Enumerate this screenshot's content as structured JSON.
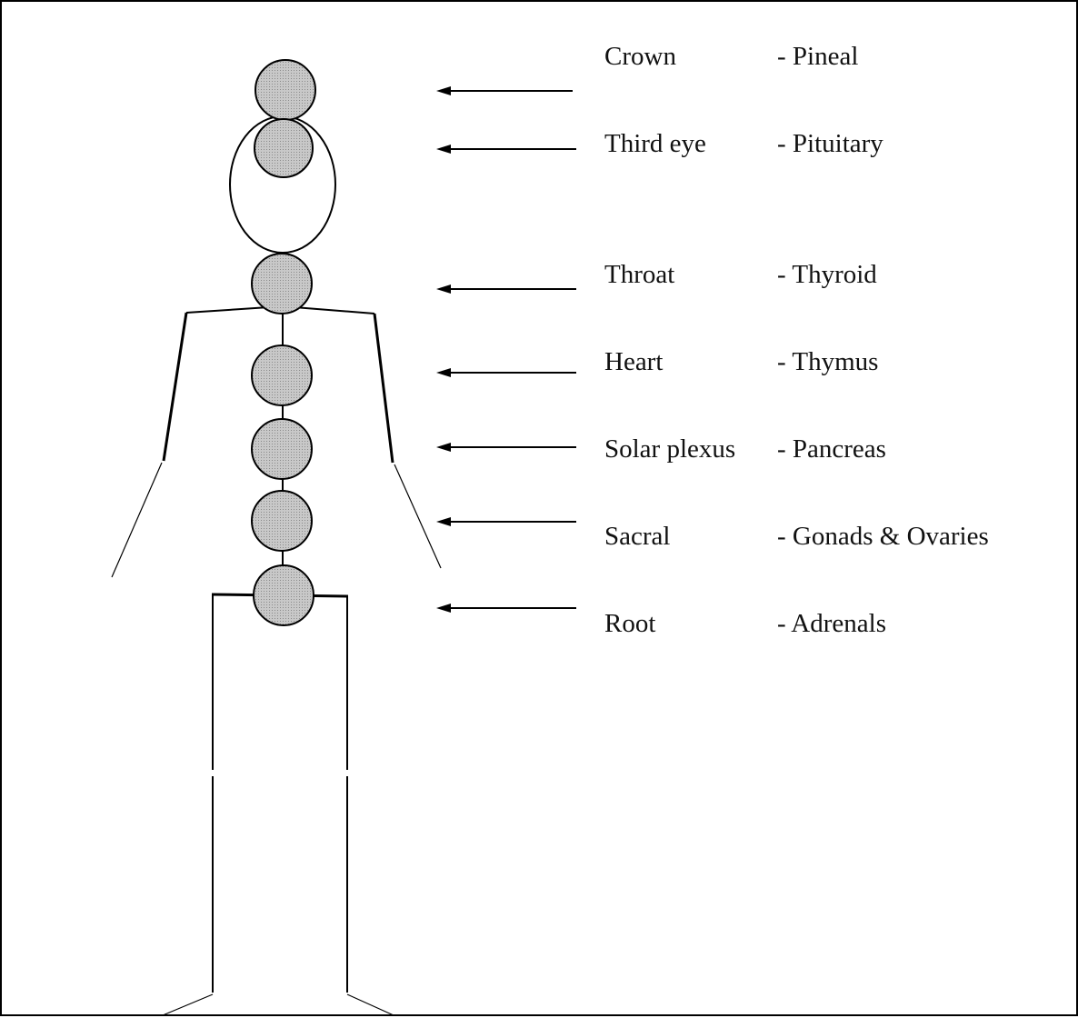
{
  "colors": {
    "stroke": "#000000",
    "chakra_fill": "#bdbdbd",
    "background": "#ffffff"
  },
  "chakras": [
    {
      "name": "Crown",
      "gland": "- Pineal"
    },
    {
      "name": "Third eye",
      "gland": "- Pituitary"
    },
    {
      "name": "Throat",
      "gland": "- Thyroid"
    },
    {
      "name": "Heart",
      "gland": "- Thymus"
    },
    {
      "name": "Solar plexus",
      "gland": "- Pancreas"
    },
    {
      "name": "Sacral",
      "gland": "- Gonads & Ovaries"
    },
    {
      "name": "Root",
      "gland": "- Adrenals"
    }
  ]
}
